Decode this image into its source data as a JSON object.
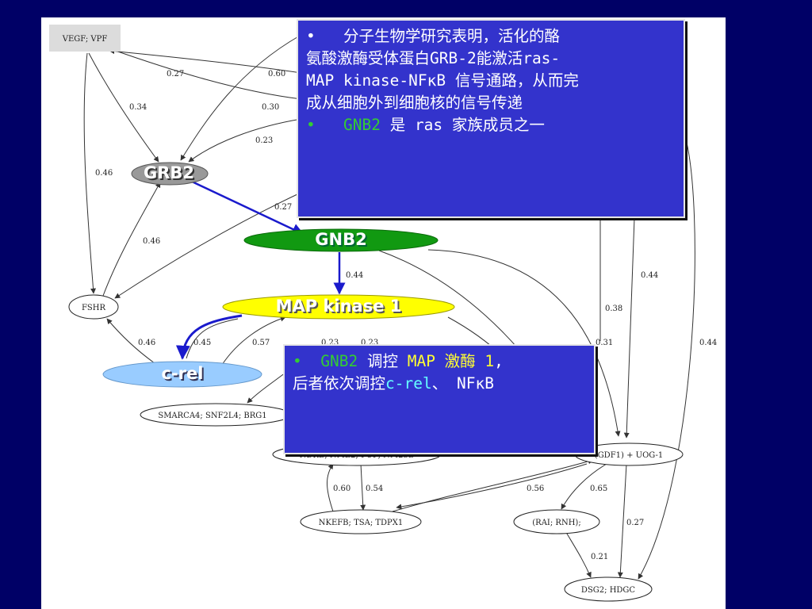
{
  "colors": {
    "background": "#000066",
    "callout_fill": "#3333cc",
    "grb2_node": "#999999",
    "gnb2_node": "#119911",
    "map_kinase_node": "#ffff00",
    "crel_node": "#99ccff",
    "highlight_arrow": "#1a1acc"
  },
  "nodes": {
    "vegf": "VEGF; VPF",
    "fshr": "FSHR",
    "smarca4": "SMARCA4; SNF2L4; BRG1",
    "ndkb": "NDKB; NME2; PUF; NM23B",
    "gdf1": "(GDF1) + UOG-1",
    "nkefb": "NKEFB; TSA; TDPX1",
    "rai": "(RAI; RNH);",
    "dsg2": "DSG2; HDGC"
  },
  "highlight_nodes": {
    "grb2": "GRB2",
    "gnb2": "GNB2",
    "map_kinase": "MAP kinase 1",
    "crel": "c-rel"
  },
  "edge_labels": {
    "e027a": "0.27",
    "e060": "0.60",
    "e034": "0.34",
    "e030": "0.30",
    "e023a": "0.23",
    "e046a": "0.46",
    "e027b": "0.27",
    "e046b": "0.46",
    "e044a": "0.44",
    "e044b": "0.44",
    "e038": "0.38",
    "e046c": "0.46",
    "e045": "0.45",
    "e057": "0.57",
    "e023b": "0.23",
    "e023c": "0.23",
    "e031": "0.31",
    "e044c": "0.44",
    "e060b": "0.60",
    "e054": "0.54",
    "e056": "0.56",
    "e065": "0.65",
    "e027c": "0.27",
    "e021": "0.21"
  },
  "callout_top": {
    "bullet1": "•",
    "line1": "分子生物学研究表明，活化的酪",
    "line2": "氨酸激酶受体蛋白GRB-2能激活ras-",
    "line3": "MAP kinase-NFκB 信号通路，从而完",
    "line4": "成从细胞外到细胞核的信号传递",
    "bullet2": "•",
    "gnb2": "GNB2",
    "line5_rest": "是 ras 家族成员之一"
  },
  "callout_bottom": {
    "bullet": "•",
    "gnb2": "GNB2",
    "verb": "调控",
    "map_enzyme": "MAP 激酶 1",
    "comma": ",",
    "line2_start": "后者依次调控",
    "crel": "c-rel",
    "line2_mid": "、",
    "nfkb": "NFκB"
  }
}
